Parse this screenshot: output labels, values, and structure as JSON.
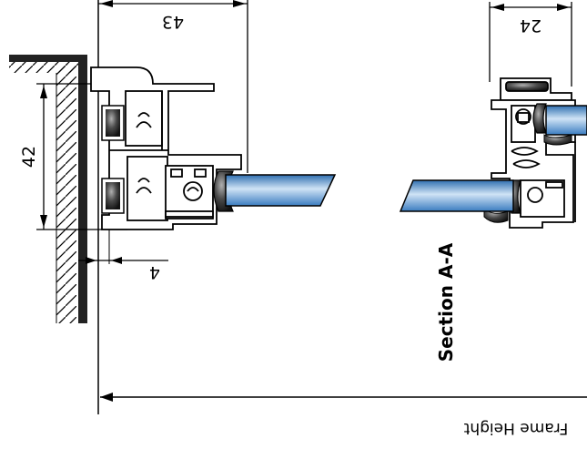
{
  "drawing": {
    "dimensions": {
      "top_left": "43",
      "top_right": "24",
      "vertical": "42",
      "small": "4"
    },
    "section_label": "Section A-A",
    "frame_height_label": "Frame Height",
    "colors": {
      "glass_light": "#cfe3f5",
      "glass_mid": "#6fa8d9",
      "glass_dark": "#2f6fb0",
      "line": "#000000",
      "profile_fill": "#ffffff",
      "gasket": "#222222",
      "gasket_highlight": "#9a9a9a"
    }
  }
}
